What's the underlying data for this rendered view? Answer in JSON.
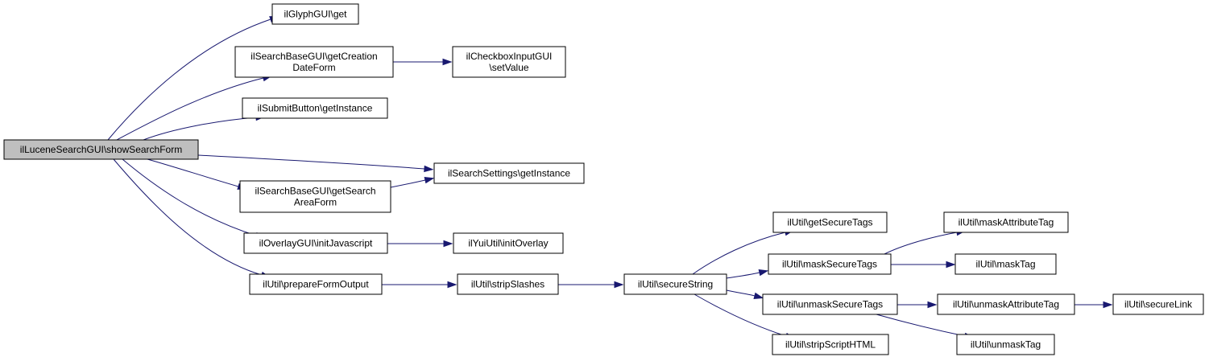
{
  "graph": {
    "edge_color": "#191970",
    "root_fill": "#bfbfbf",
    "nodes": [
      {
        "id": "n0",
        "lines": [
          "ilLuceneSearchGUI\\showSearchForm"
        ],
        "root": true
      },
      {
        "id": "n1",
        "lines": [
          "ilGlyphGUI\\get"
        ]
      },
      {
        "id": "n2",
        "lines": [
          "ilSearchBaseGUI\\getCreation",
          "DateForm"
        ]
      },
      {
        "id": "n3",
        "lines": [
          "ilCheckboxInputGUI",
          "\\setValue"
        ]
      },
      {
        "id": "n4",
        "lines": [
          "ilSubmitButton\\getInstance"
        ]
      },
      {
        "id": "n5",
        "lines": [
          "ilSearchSettings\\getInstance"
        ]
      },
      {
        "id": "n6",
        "lines": [
          "ilSearchBaseGUI\\getSearch",
          "AreaForm"
        ]
      },
      {
        "id": "n7",
        "lines": [
          "ilOverlayGUI\\initJavascript"
        ]
      },
      {
        "id": "n8",
        "lines": [
          "ilYuiUtil\\initOverlay"
        ]
      },
      {
        "id": "n9",
        "lines": [
          "ilUtil\\prepareFormOutput"
        ]
      },
      {
        "id": "n10",
        "lines": [
          "ilUtil\\stripSlashes"
        ]
      },
      {
        "id": "n11",
        "lines": [
          "ilUtil\\secureString"
        ]
      },
      {
        "id": "n12",
        "lines": [
          "ilUtil\\getSecureTags"
        ]
      },
      {
        "id": "n13",
        "lines": [
          "ilUtil\\maskSecureTags"
        ]
      },
      {
        "id": "n14",
        "lines": [
          "ilUtil\\unmaskSecureTags"
        ]
      },
      {
        "id": "n15",
        "lines": [
          "ilUtil\\stripScriptHTML"
        ]
      },
      {
        "id": "n16",
        "lines": [
          "ilUtil\\maskAttributeTag"
        ]
      },
      {
        "id": "n17",
        "lines": [
          "ilUtil\\maskTag"
        ]
      },
      {
        "id": "n18",
        "lines": [
          "ilUtil\\unmaskAttributeTag"
        ]
      },
      {
        "id": "n19",
        "lines": [
          "ilUtil\\unmaskTag"
        ]
      },
      {
        "id": "n20",
        "lines": [
          "ilUtil\\secureLink"
        ]
      }
    ],
    "edges": [
      {
        "from": "n0",
        "to": "n1"
      },
      {
        "from": "n0",
        "to": "n2"
      },
      {
        "from": "n0",
        "to": "n4"
      },
      {
        "from": "n0",
        "to": "n5"
      },
      {
        "from": "n0",
        "to": "n6"
      },
      {
        "from": "n0",
        "to": "n7"
      },
      {
        "from": "n0",
        "to": "n9"
      },
      {
        "from": "n2",
        "to": "n3"
      },
      {
        "from": "n6",
        "to": "n5"
      },
      {
        "from": "n7",
        "to": "n8"
      },
      {
        "from": "n9",
        "to": "n10"
      },
      {
        "from": "n10",
        "to": "n11"
      },
      {
        "from": "n11",
        "to": "n12"
      },
      {
        "from": "n11",
        "to": "n13"
      },
      {
        "from": "n11",
        "to": "n14"
      },
      {
        "from": "n11",
        "to": "n15"
      },
      {
        "from": "n13",
        "to": "n16"
      },
      {
        "from": "n13",
        "to": "n17"
      },
      {
        "from": "n14",
        "to": "n18"
      },
      {
        "from": "n14",
        "to": "n19"
      },
      {
        "from": "n18",
        "to": "n20"
      }
    ]
  }
}
